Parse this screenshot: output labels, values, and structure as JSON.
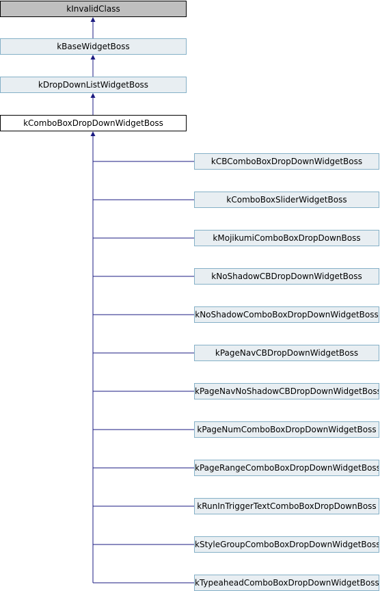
{
  "diagram": {
    "ancestors": [
      {
        "label": "kInvalidClass"
      },
      {
        "label": "kBaseWidgetBoss"
      },
      {
        "label": "kDropDownListWidgetBoss"
      }
    ],
    "current": {
      "label": "kComboBoxDropDownWidgetBoss"
    },
    "children": [
      {
        "label": "kCBComboBoxDropDownWidgetBoss"
      },
      {
        "label": "kComboBoxSliderWidgetBoss"
      },
      {
        "label": "kMojikumiComboBoxDropDownBoss"
      },
      {
        "label": "kNoShadowCBDropDownWidgetBoss"
      },
      {
        "label": "kNoShadowComboBoxDropDownWidgetBoss"
      },
      {
        "label": "kPageNavCBDropDownWidgetBoss"
      },
      {
        "label": "kPageNavNoShadowCBDropDownWidgetBoss"
      },
      {
        "label": "kPageNumComboBoxDropDownWidgetBoss"
      },
      {
        "label": "kPageRangeComboBoxDropDownWidgetBoss"
      },
      {
        "label": "kRunInTriggerTextComboBoxDropDownBoss"
      },
      {
        "label": "kStyleGroupComboBoxDropDownWidgetBoss"
      },
      {
        "label": "kTypeaheadComboBoxDropDownWidgetBoss"
      }
    ],
    "colors": {
      "edge": "#1a1a80",
      "node_fill": "#e8eef2",
      "node_border": "#84b0c7",
      "root_fill": "#bfbfbf",
      "current_fill": "#ffffff"
    }
  }
}
